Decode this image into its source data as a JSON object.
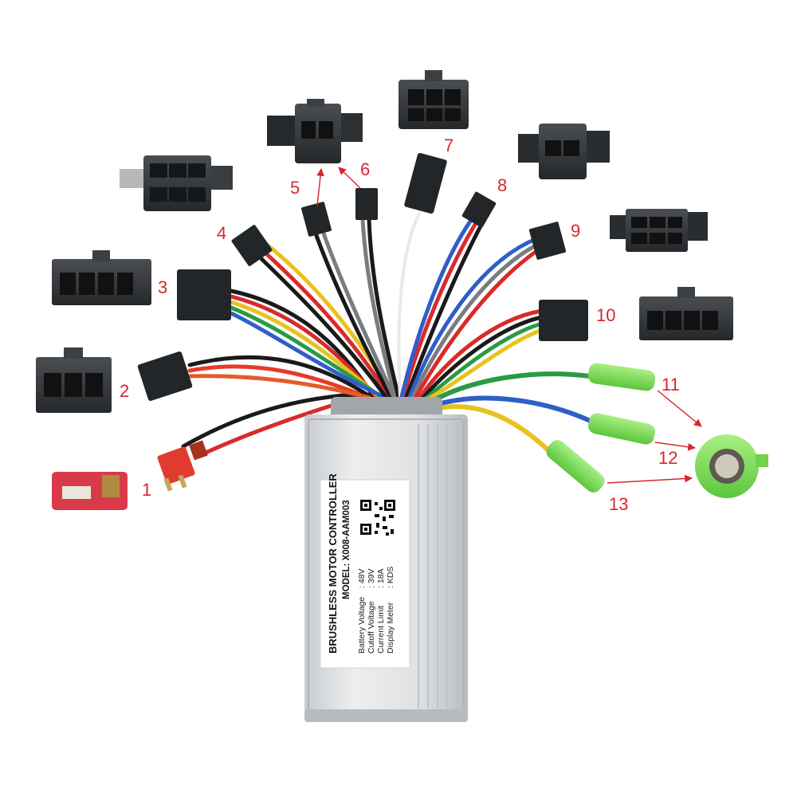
{
  "product": {
    "label_title": "BRUSHLESS MOTOR CONTROLLER",
    "model": "MODEL: X008-AAM003",
    "specs": [
      {
        "name": "Battery Voltage",
        "value": ": 48V"
      },
      {
        "name": "Cutoff Voltage",
        "value": ": 39V"
      },
      {
        "name": "Current Limit",
        "value": ": 18A"
      },
      {
        "name": "Display Meter",
        "value": ": KDS"
      }
    ]
  },
  "callouts": [
    "1",
    "2",
    "3",
    "4",
    "5",
    "6",
    "7",
    "8",
    "9",
    "10",
    "11",
    "12",
    "13"
  ],
  "colors": {
    "callout": "#d8262c",
    "housing": "#d9dcde",
    "connector": "#2b2e31",
    "bullet": "#7ed957",
    "deans_plug": "#d93a4a"
  }
}
